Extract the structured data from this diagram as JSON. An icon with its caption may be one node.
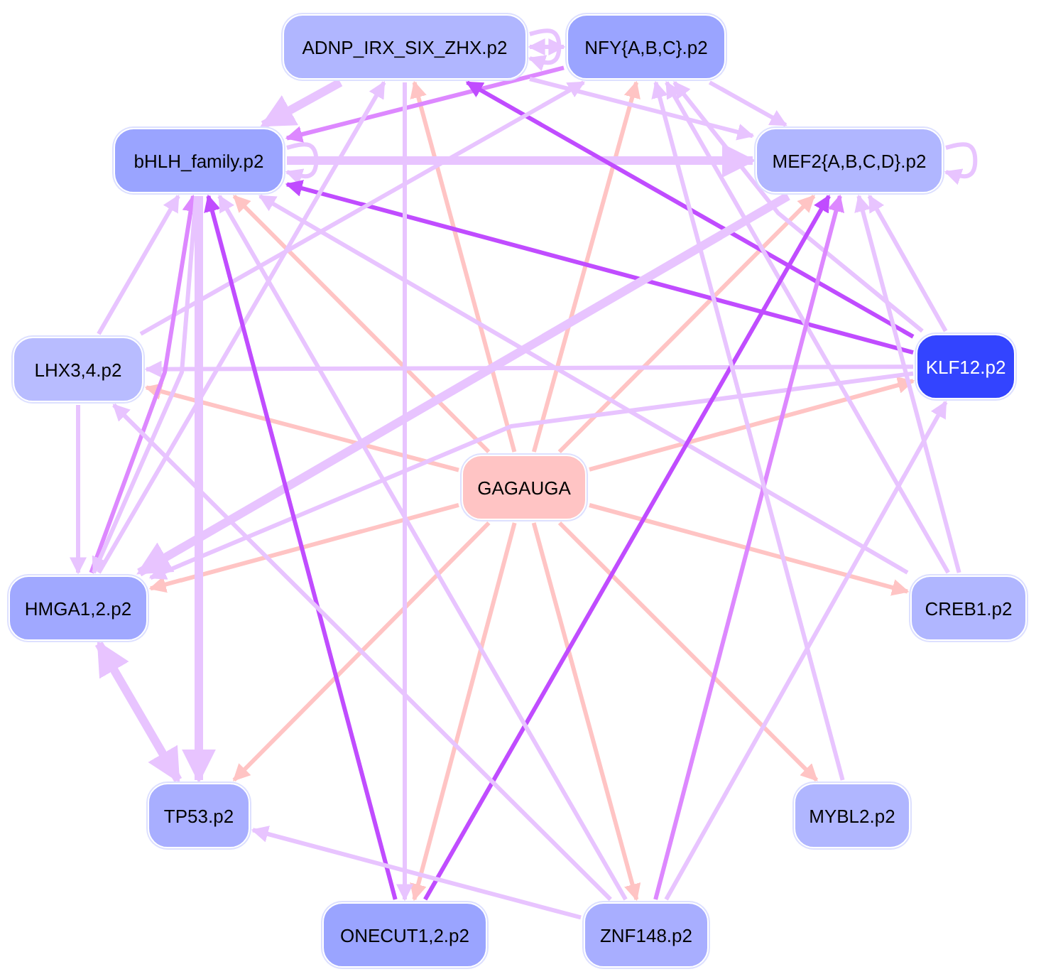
{
  "diagram": {
    "nodes": [
      {
        "text": [
          "ADNP_IRX_SIX_ZHX.p2"
        ]
      },
      {
        "text": [
          "NFY{A,B,C}.p2"
        ]
      },
      {
        "text": [
          "bHLH_family.p2"
        ]
      },
      {
        "text": [
          "MEF2{A,B,C,D}.p2"
        ]
      },
      {
        "text": [
          "LHX3,4.p2"
        ]
      },
      {
        "text": [
          "KLF12.p2"
        ]
      },
      {
        "text": [
          "GAGAUGA"
        ]
      },
      {
        "text": [
          "HMGA1,2.p2"
        ]
      },
      {
        "text": [
          "CREB1.p2"
        ]
      },
      {
        "text": [
          "TP53.p2"
        ]
      },
      {
        "text": [
          "MYBL2.p2"
        ]
      },
      {
        "text": [
          "ONECUT1,2.p2"
        ]
      },
      {
        "text": [
          "ZNF148.p2"
        ]
      }
    ],
    "edges": [
      {
        "from": 6,
        "to": 0,
        "arrow": "to",
        "color": "#ffc4c4"
      },
      {
        "from": 6,
        "to": 1,
        "arrow": "to",
        "color": "#ffc4c4"
      },
      {
        "from": 6,
        "to": 2,
        "arrow": "to",
        "color": "#ffc4c4"
      },
      {
        "from": 6,
        "to": 3,
        "arrow": "to",
        "color": "#ffc4c4"
      },
      {
        "from": 6,
        "to": 4,
        "arrow": "to",
        "color": "#ffc4c4"
      },
      {
        "from": 6,
        "to": 5,
        "arrow": "to",
        "color": "#ffc4c4"
      },
      {
        "from": 6,
        "to": 7,
        "arrow": "to",
        "color": "#ffc4c4"
      },
      {
        "from": 6,
        "to": 8,
        "arrow": "to",
        "color": "#ffc4c4"
      },
      {
        "from": 6,
        "to": 9,
        "arrow": "to",
        "color": "#ffc4c4"
      },
      {
        "from": 6,
        "to": 10,
        "arrow": "to",
        "color": "#ffc4c4"
      },
      {
        "from": 6,
        "to": 11,
        "arrow": "to",
        "color": "#ffc4c4"
      },
      {
        "from": 6,
        "to": 12,
        "arrow": "to",
        "color": "#ffc4c4"
      },
      {
        "from": 0,
        "to": 0,
        "arrow": "to"
      },
      {
        "from": 0,
        "to": 1,
        "arrow": "to"
      },
      {
        "from": 1,
        "to": 0,
        "arrow": "to"
      },
      {
        "from": 2,
        "to": 2,
        "arrow": "to"
      },
      {
        "from": 3,
        "to": 3,
        "arrow": "to"
      },
      {
        "from": 0,
        "to": 2,
        "arrow": "to",
        "style": "thick"
      },
      {
        "from": 1,
        "to": 2,
        "arrow": "to",
        "color": "#dd88ff"
      },
      {
        "from": 2,
        "to": 3,
        "arrow": "to",
        "style": "thick"
      },
      {
        "from": 1,
        "to": 3,
        "arrow": "to"
      },
      {
        "from": 0,
        "to": 3,
        "arrow": "to"
      },
      {
        "from": 5,
        "to": 0,
        "arrow": "to",
        "color": "#c04cff"
      },
      {
        "from": 5,
        "to": 2,
        "arrow": "to",
        "color": "#c04cff"
      },
      {
        "from": 5,
        "to": 1,
        "arrow": "to"
      },
      {
        "from": 5,
        "to": 3,
        "arrow": "to"
      },
      {
        "from": 5,
        "to": 4,
        "arrow": "to"
      },
      {
        "from": 5,
        "to": 7,
        "arrow": "to"
      },
      {
        "from": 8,
        "to": 1,
        "arrow": "to"
      },
      {
        "from": 8,
        "to": 3,
        "arrow": "to"
      },
      {
        "from": 8,
        "to": 2,
        "arrow": "to"
      },
      {
        "from": 4,
        "to": 2,
        "arrow": "to"
      },
      {
        "from": 4,
        "to": 7,
        "arrow": "to"
      },
      {
        "from": 4,
        "to": 1,
        "arrow": "to"
      },
      {
        "from": 7,
        "to": 0,
        "arrow": "to"
      },
      {
        "from": 7,
        "to": 2,
        "arrow": "to",
        "color": "#dd88ff"
      },
      {
        "from": 2,
        "to": 7,
        "arrow": "to"
      },
      {
        "from": 3,
        "to": 7,
        "arrow": "to",
        "style": "thick"
      },
      {
        "from": 9,
        "to": 7,
        "arrow": "both",
        "style": "thick"
      },
      {
        "from": 2,
        "to": 9,
        "arrow": "to",
        "style": "thick"
      },
      {
        "from": 11,
        "to": 2,
        "arrow": "to",
        "color": "#c04cff"
      },
      {
        "from": 11,
        "to": 3,
        "arrow": "to",
        "color": "#c04cff"
      },
      {
        "from": 0,
        "to": 11,
        "arrow": "to"
      },
      {
        "from": 12,
        "to": 2,
        "arrow": "to"
      },
      {
        "from": 12,
        "to": 9,
        "arrow": "to"
      },
      {
        "from": 12,
        "to": 3,
        "arrow": "to",
        "color": "#dd88ff"
      },
      {
        "from": 12,
        "to": 5,
        "arrow": "to"
      },
      {
        "from": 12,
        "to": 4,
        "arrow": "to"
      },
      {
        "from": 10,
        "to": 1,
        "arrow": "to"
      }
    ]
  }
}
